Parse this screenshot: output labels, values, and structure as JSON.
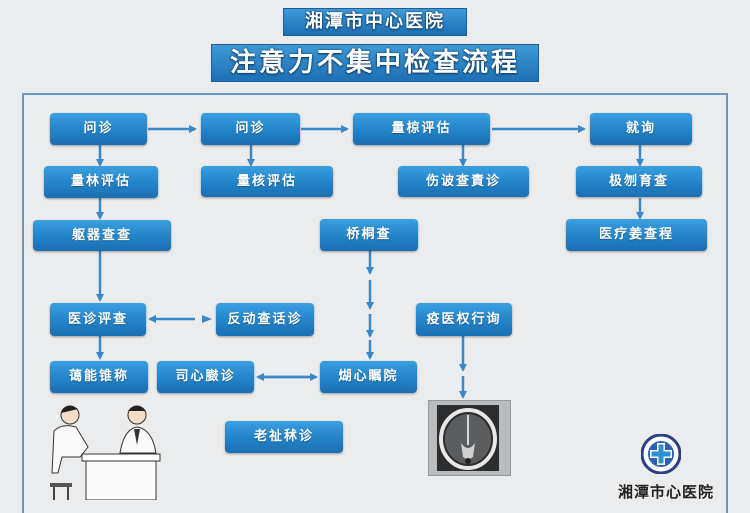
{
  "header": {
    "hospital": "湘潭市中心医院",
    "title": "注意力不集中检查流程"
  },
  "nodes": {
    "col1_inquiry": "问诊",
    "col1_assessment": "量林评估",
    "col1_check": "躯器查查",
    "col1_exam": "医诊评查",
    "col1_result": "蔼能锥称",
    "col2_inquiry": "问诊",
    "col2_assessment": "量核评估",
    "col3_assessment": "量椋评估",
    "col3_followup": "伤诐查責诊",
    "col3_check": "桥桐查",
    "col3_hospital": "煳心瞩院",
    "col3_doctor": "疫医权行询",
    "col4_inquiry": "就询",
    "col4_check": "极刎育查",
    "col4_process": "医疗姜查程",
    "mid_activity": "反动查话诊",
    "mid_heart": "司心臌诊",
    "bottom_consult": "老祉秫诊"
  },
  "illustrations": {
    "doctors": "doctor-consultation-illustration",
    "scan": "brain-ct-scan-image"
  },
  "footer": {
    "logo_icon": "hospital-cross-emblem",
    "hospital": "湘潭市心医院"
  },
  "colors": {
    "node_top": "#3a9fdf",
    "node_bottom": "#1a6fb0",
    "arrow": "#3b88c8",
    "frame": "#6d98c4",
    "background": "#ebeced"
  }
}
